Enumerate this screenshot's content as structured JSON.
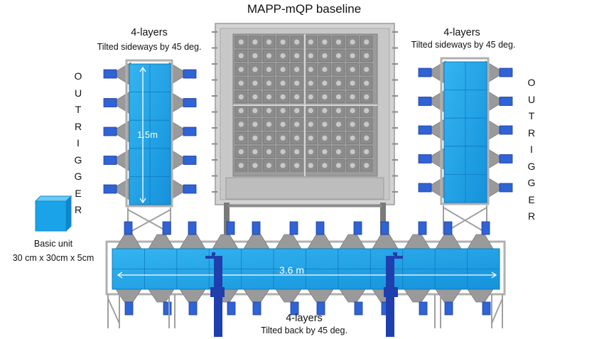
{
  "title": "MAPP-mQP baseline",
  "left_block": {
    "heading": "4-layers",
    "subheading": "Tilted sideways by 45 deg.",
    "dimension": "1.5m"
  },
  "right_block": {
    "heading": "4-layers",
    "subheading": "Tilted sideways by 45 deg."
  },
  "bottom_block": {
    "heading": "4-layers",
    "subheading": "Tilted back by 45 deg.",
    "dimension": "3.6 m"
  },
  "outrigger_left": [
    "O",
    "U",
    "T",
    "R",
    "I",
    "G",
    "G",
    "E",
    "R"
  ],
  "outrigger_right": [
    "O",
    "U",
    "T",
    "R",
    "I",
    "G",
    "G",
    "E",
    "R"
  ],
  "basic_unit": {
    "label": "Basic unit",
    "size": "30 cm x 30cm x 5cm"
  },
  "colors": {
    "detector_blue": "#1aa3e8",
    "module_blue": "#2f63d6",
    "frame_gray": "#a8a8a8",
    "post_blue": "#1f3fae"
  }
}
